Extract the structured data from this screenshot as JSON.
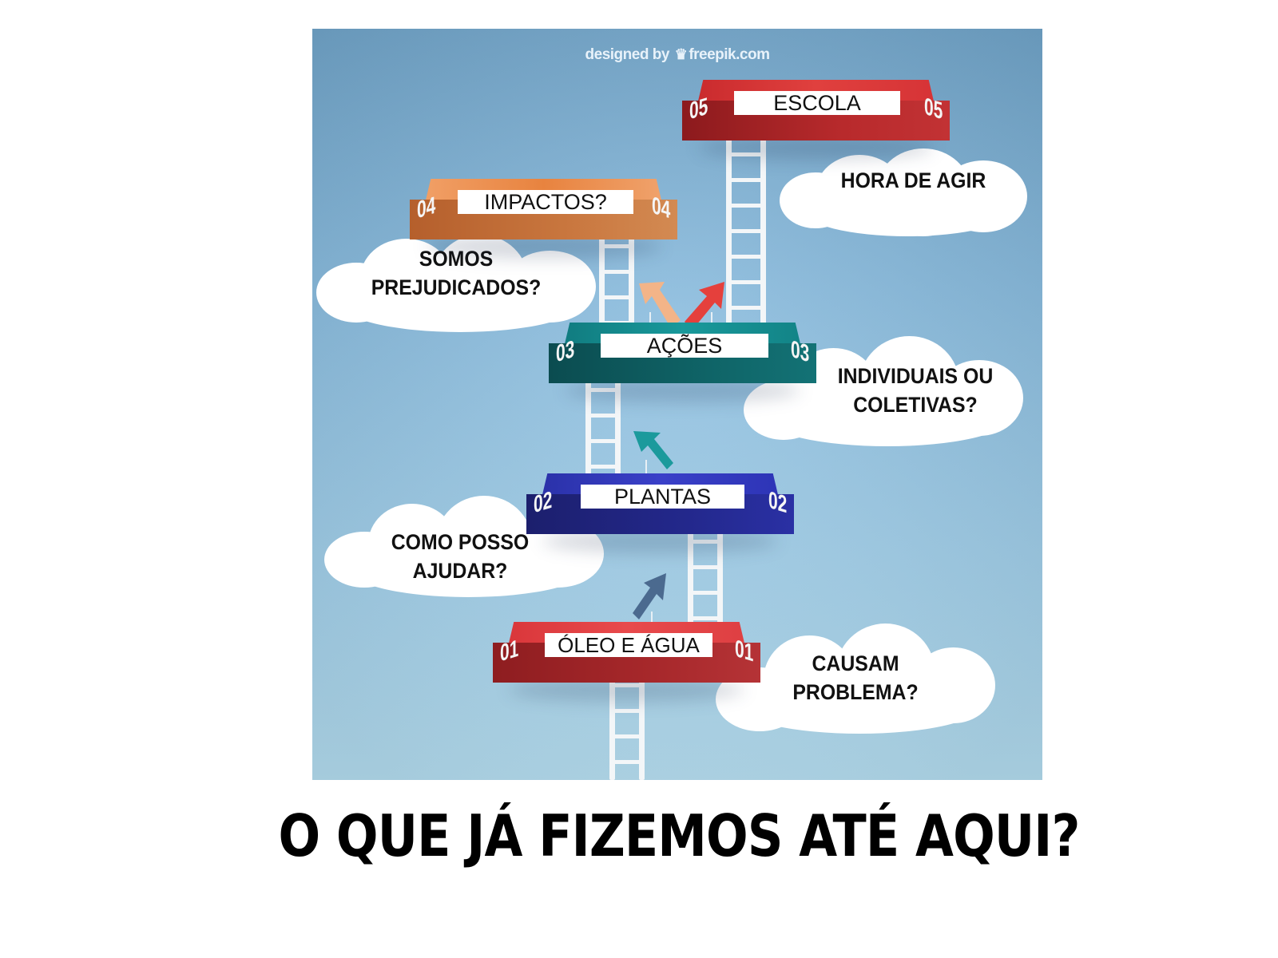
{
  "slide": {
    "title": "O QUE JÁ FIZEMOS ATÉ AQUI?",
    "background": "#ffffff"
  },
  "infographic": {
    "credit": {
      "prefix": "designed by",
      "logo_icon": "freepik-crown-icon",
      "brand": "freepik.com"
    },
    "sky_colors": [
      "#6fa3c8",
      "#86b9dc",
      "#9fcde8",
      "#b3dcef"
    ],
    "steps": [
      {
        "number": "01",
        "label": "ÓLEO E ÁGUA",
        "color": "#d9383b",
        "cloud_text": [
          "CAUSAM",
          "PROBLEMA?"
        ]
      },
      {
        "number": "02",
        "label": "PLANTAS",
        "color": "#2b33b3",
        "cloud_text": [
          "COMO POSSO",
          "AJUDAR?"
        ]
      },
      {
        "number": "03",
        "label": "AÇÕES",
        "color": "#138a8e",
        "cloud_text": [
          "INDIVIDUAIS OU",
          "COLETIVAS?"
        ]
      },
      {
        "number": "04",
        "label": "IMPACTOS?",
        "color": "#e8894f",
        "cloud_text": [
          "SOMOS",
          "PREJUDICADOS?"
        ]
      },
      {
        "number": "05",
        "label": "ESCOLA",
        "color": "#d9383b",
        "cloud_text": [
          "HORA DE AGIR"
        ]
      }
    ],
    "arrows": [
      {
        "from": "01",
        "to": "02",
        "color": "#4b6a8f"
      },
      {
        "from": "02",
        "to": "03",
        "color": "#1b9a9c"
      },
      {
        "from": "03",
        "to": "04",
        "color": "#f3b488"
      },
      {
        "from": "03",
        "to": "05",
        "color": "#e5403c"
      }
    ]
  }
}
